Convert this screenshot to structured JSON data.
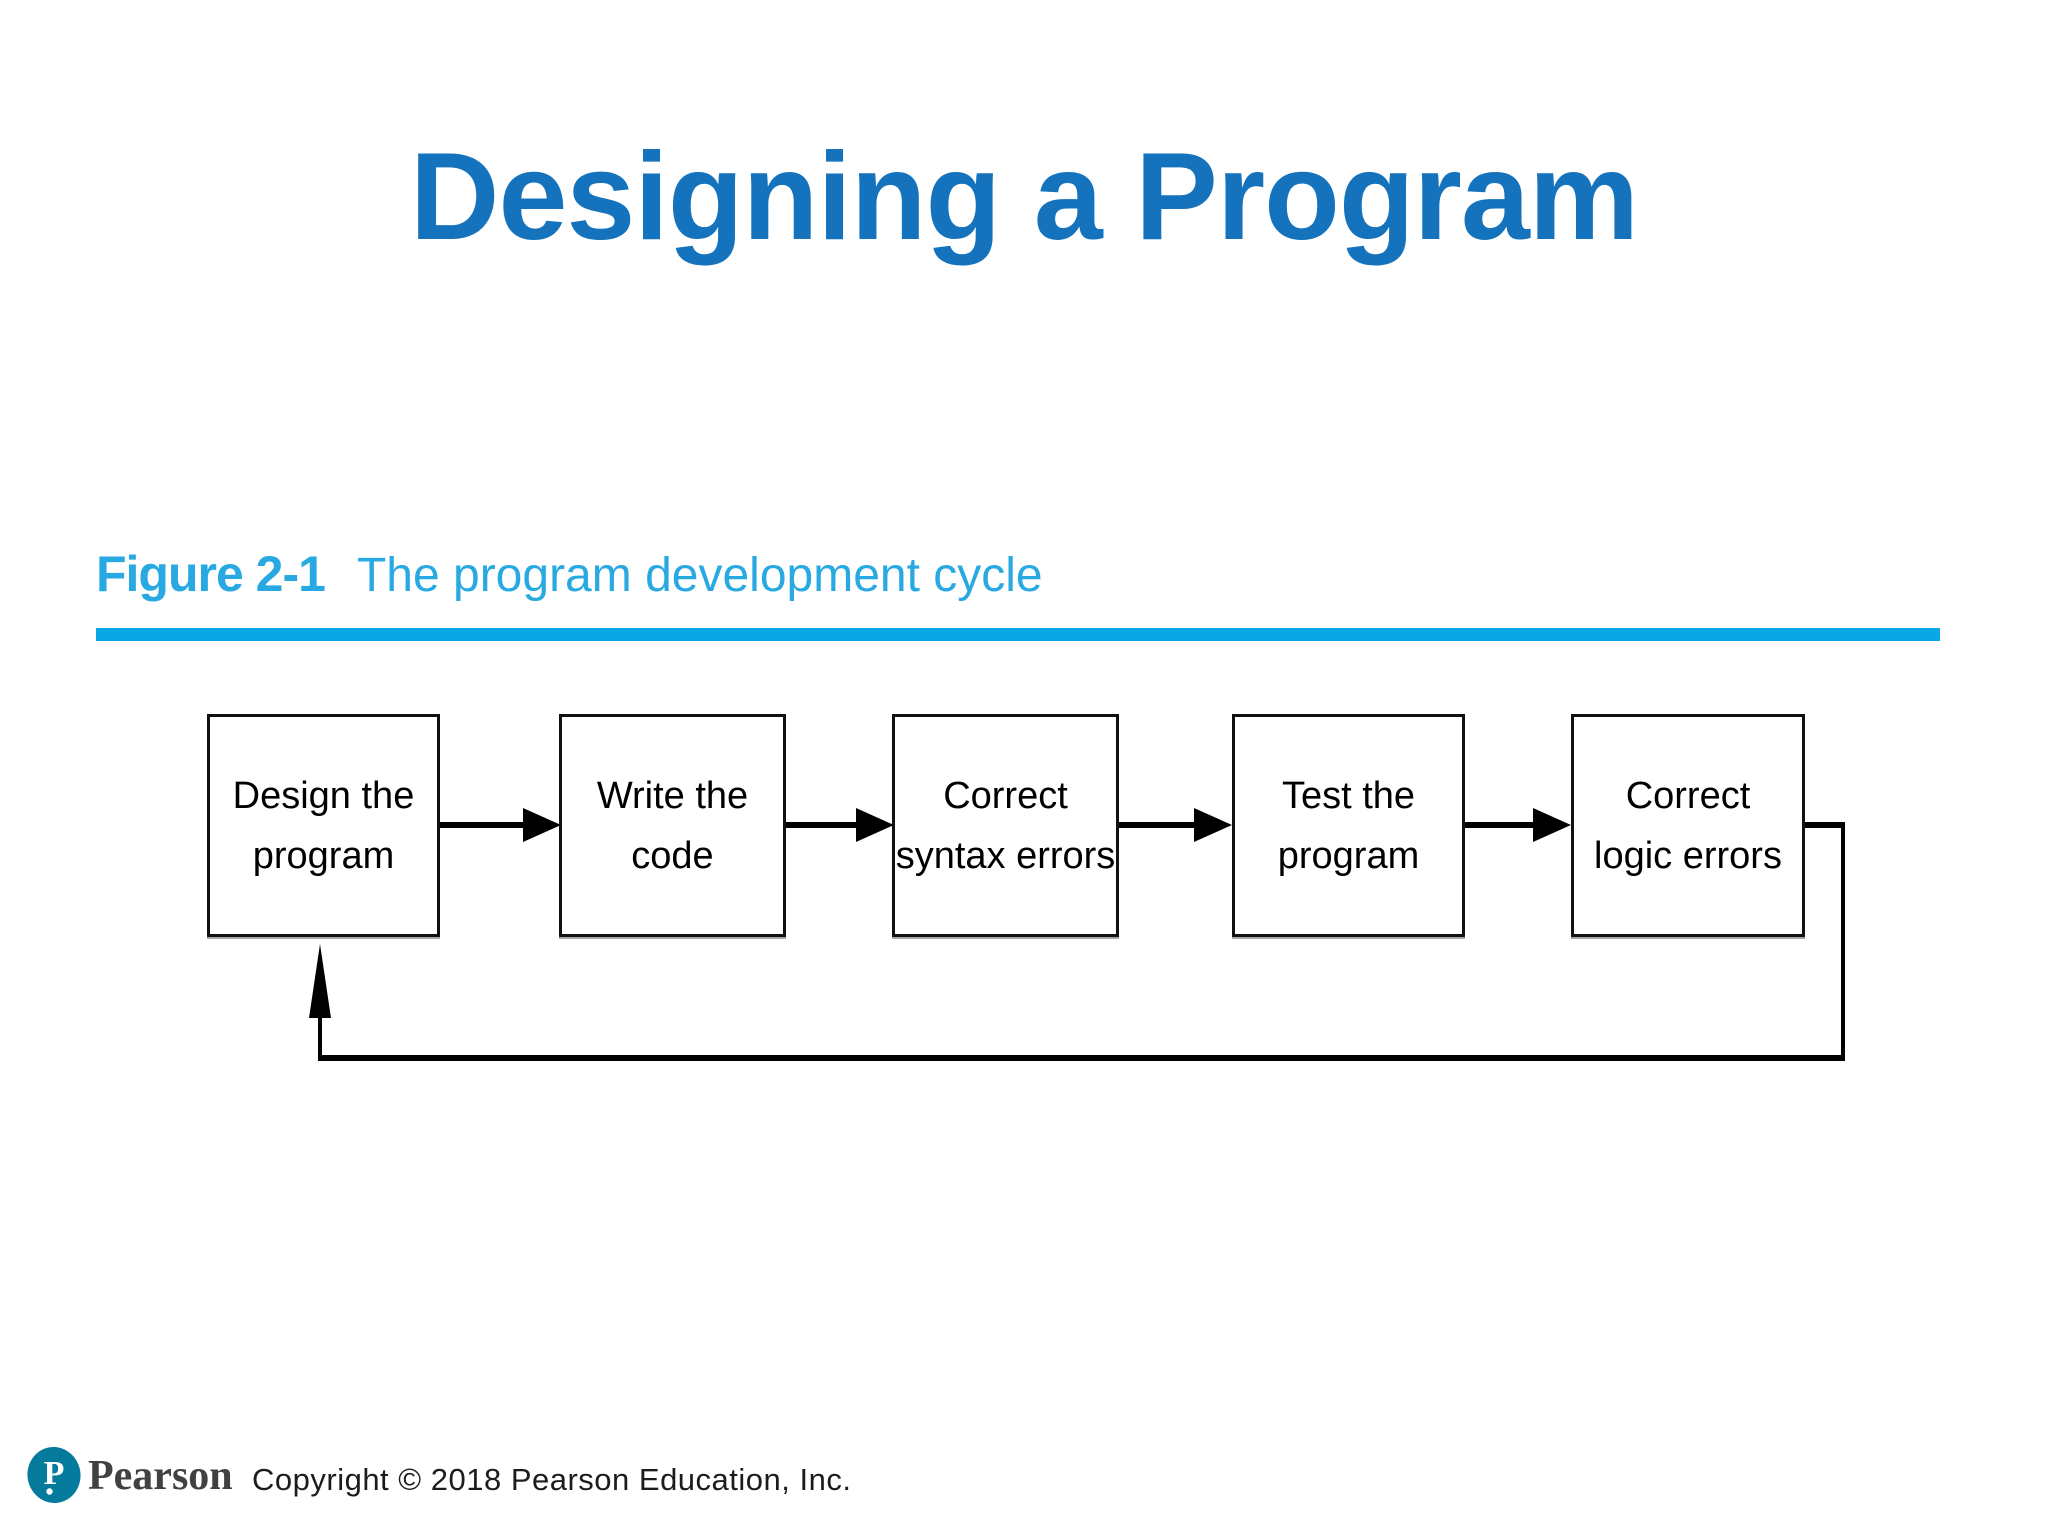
{
  "slide": {
    "title": "Designing a Program",
    "figure": {
      "label": "Figure 2-1",
      "caption": "The program development cycle"
    },
    "flowchart": {
      "steps": [
        {
          "label": "Design the\nprogram"
        },
        {
          "label": "Write the\ncode"
        },
        {
          "label": "Correct\nsyntax errors"
        },
        {
          "label": "Test the\nprogram"
        },
        {
          "label": "Correct\nlogic errors"
        }
      ],
      "flow": "Design the program → Write the code → Correct syntax errors → Test the program → Correct logic errors → (loop back to Design the program)"
    },
    "footer": {
      "logo_mark": "P",
      "logo_text": "Pearson",
      "copyright": "Copyright © 2018 Pearson Education, Inc."
    },
    "colors": {
      "title_blue": "#1473bc",
      "caption_cyan": "#29a9e1",
      "rule_cyan": "#0aa7e4",
      "pearson_teal": "#047a9c",
      "diagram_line": "#000000",
      "background": "#ffffff"
    }
  }
}
